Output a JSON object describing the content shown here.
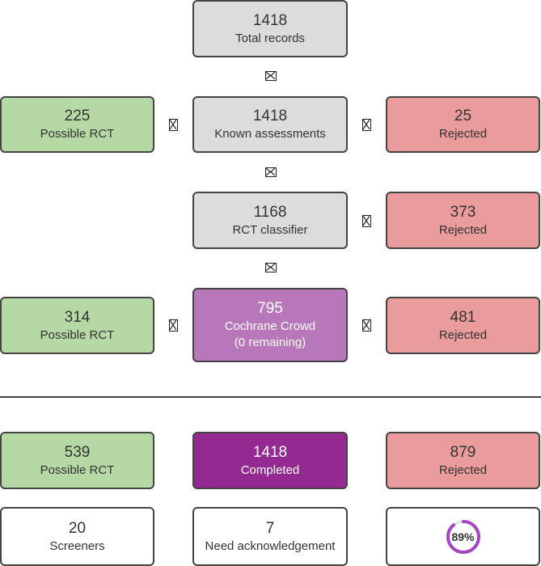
{
  "flow": {
    "total": {
      "value": "1418",
      "label": "Total records"
    },
    "known": {
      "value": "1418",
      "label": "Known assessments"
    },
    "known_possible": {
      "value": "225",
      "label": "Possible RCT"
    },
    "known_rejected": {
      "value": "25",
      "label": "Rejected"
    },
    "classifier": {
      "value": "1168",
      "label": "RCT classifier"
    },
    "classifier_rejected": {
      "value": "373",
      "label": "Rejected"
    },
    "crowd": {
      "value": "795",
      "label": "Cochrane Crowd",
      "sublabel": "(0 remaining)"
    },
    "crowd_possible": {
      "value": "314",
      "label": "Possible RCT"
    },
    "crowd_rejected": {
      "value": "481",
      "label": "Rejected"
    }
  },
  "summary": {
    "possible": {
      "value": "539",
      "label": "Possible RCT"
    },
    "completed": {
      "value": "1418",
      "label": "Completed"
    },
    "rejected": {
      "value": "879",
      "label": "Rejected"
    },
    "screeners": {
      "value": "20",
      "label": "Screeners"
    },
    "need_ack": {
      "value": "7",
      "label": "Need acknowledgement"
    },
    "progress": {
      "text": "89%",
      "fraction": 0.89
    }
  },
  "colors": {
    "neutral": "#dcdcdc",
    "possible": "#b5d9a4",
    "rejected": "#ea9b9b",
    "crowd": "#b877b9",
    "completed": "#942a91",
    "progress_ring": "#a445c4"
  }
}
